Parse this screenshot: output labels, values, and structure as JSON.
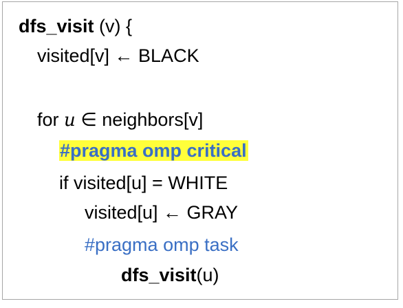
{
  "code": {
    "l1_func": "dfs_visit",
    "l1_rest": " (v) {",
    "l2": "visited[v] ← BLACK",
    "l3_for": "for ",
    "l3_var": "u",
    "l3_rest": " ∈ neighbors[v]",
    "l4_pragma": "#pragma omp critical",
    "l5": "if visited[u] = WHITE",
    "l6": "visited[u] ← GRAY",
    "l7_pragma": "#pragma omp task",
    "l8_func": "dfs_visit",
    "l8_rest": "(u)"
  },
  "colors": {
    "text": "#000000",
    "pragma_blue": "#3a6fc4",
    "highlight_yellow": "#ffff3a",
    "border": "#a6a6a6"
  }
}
